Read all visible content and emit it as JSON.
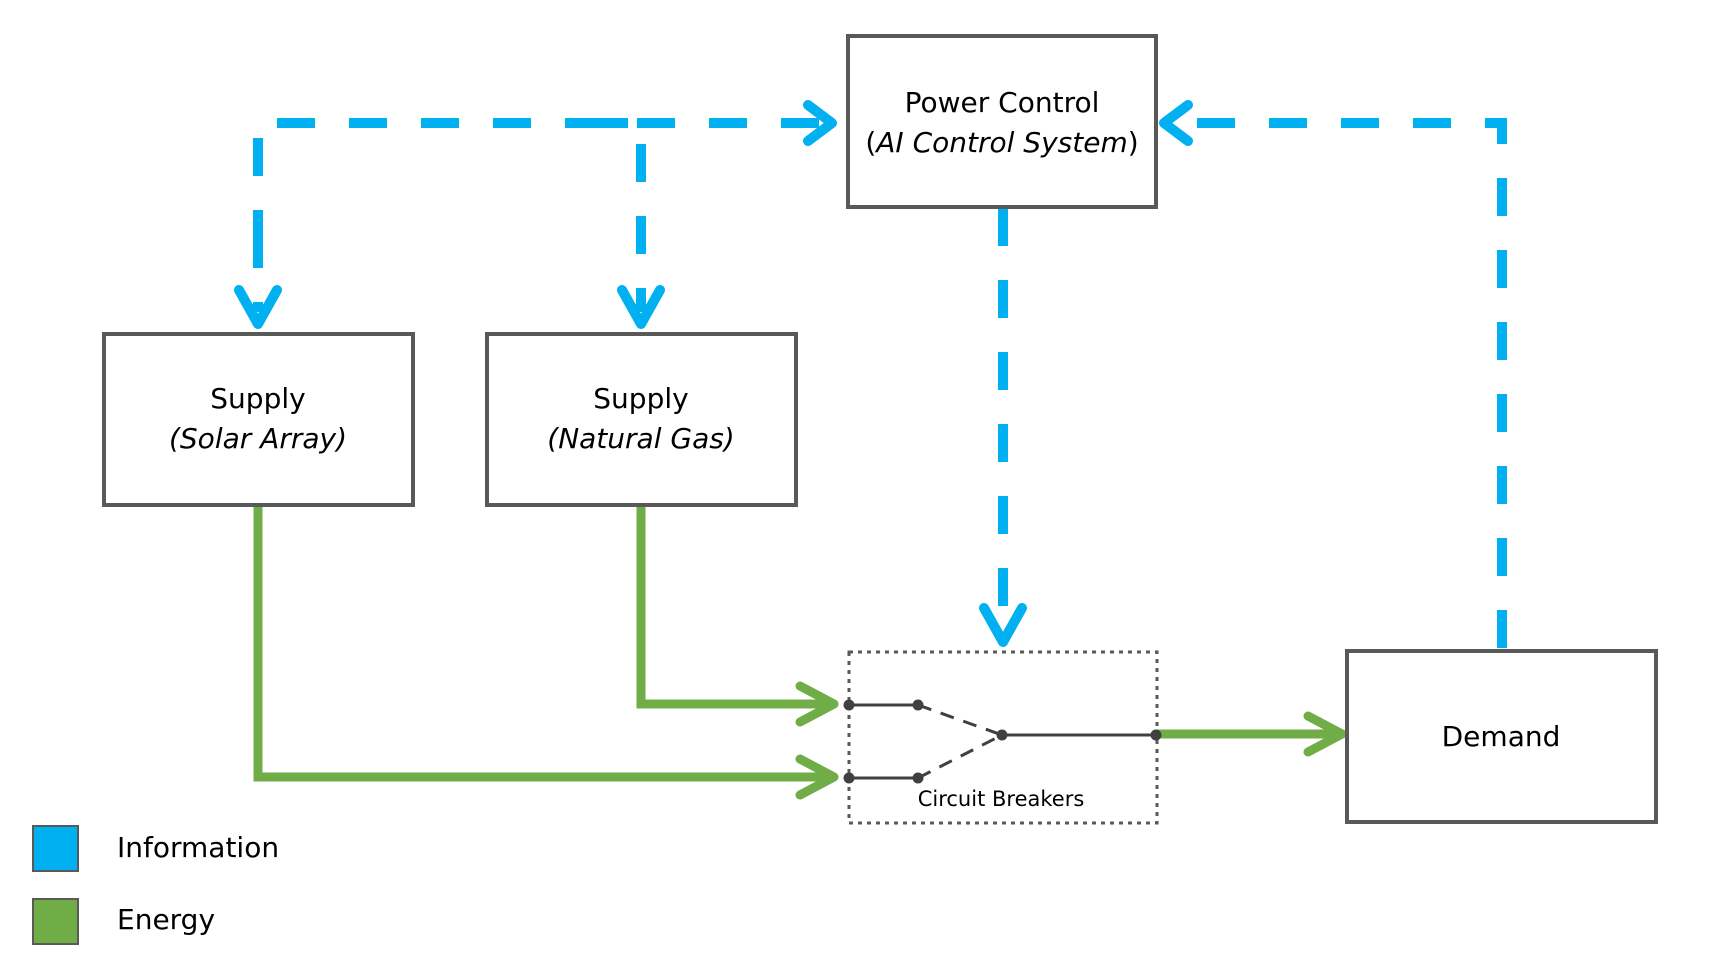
{
  "colors": {
    "information": "#00b0f0",
    "energy": "#70ad47",
    "box_border": "#595959",
    "switch": "#404040"
  },
  "nodes": {
    "power_control": {
      "title": "Power Control",
      "open_paren": "(",
      "subtitle": "AI Control System",
      "close_paren": ")"
    },
    "supply_solar": {
      "title": "Supply",
      "subtitle": "(Solar Array)"
    },
    "supply_gas": {
      "title": "Supply",
      "subtitle": "(Natural Gas)"
    },
    "circuit_breakers": {
      "label": "Circuit Breakers"
    },
    "demand": {
      "title": "Demand"
    }
  },
  "legend": [
    {
      "label": "Information",
      "color": "#00b0f0"
    },
    {
      "label": "Energy",
      "color": "#70ad47"
    }
  ]
}
